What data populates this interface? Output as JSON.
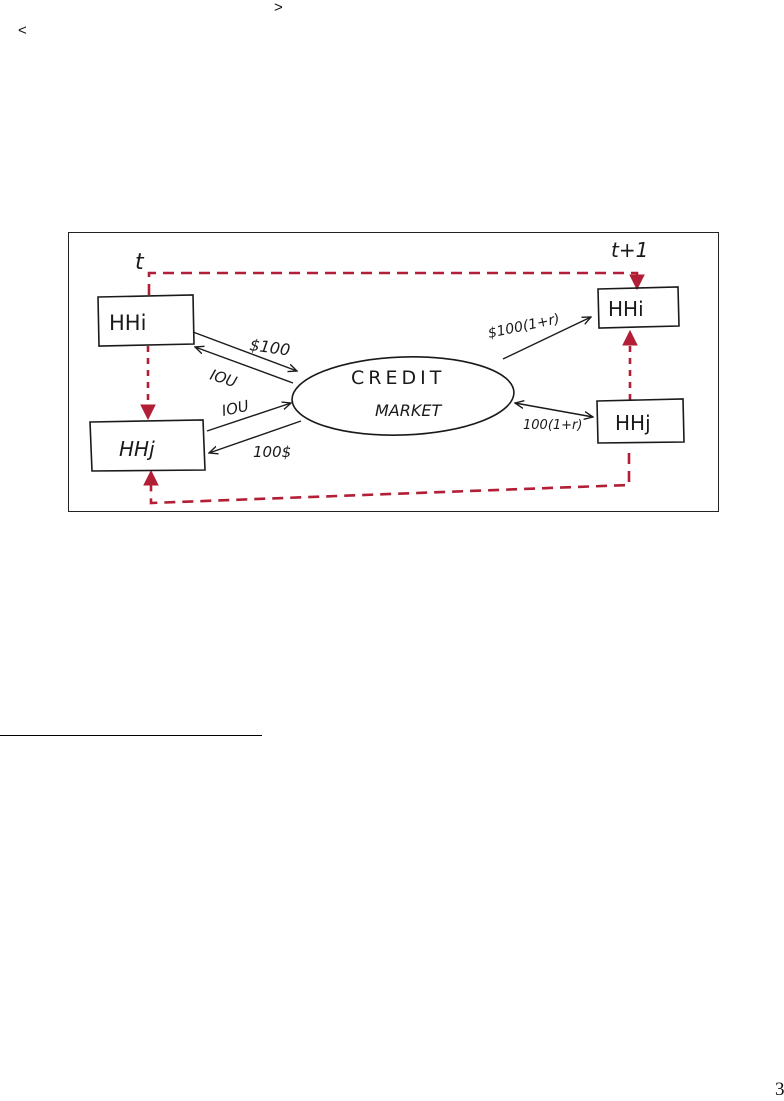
{
  "page": {
    "symbol_greater": ">",
    "symbol_less": "<",
    "page_number": "3"
  },
  "figure": {
    "time_labels": {
      "t": "t",
      "t_next": "t+1"
    },
    "nodes": {
      "hhi_t": "HHi",
      "hhj_t": "HHj",
      "hhi_t1": "HHi",
      "hhj_t1": "HHj",
      "market_line1": "CREDIT",
      "market_line2": "MARKET"
    },
    "flows": {
      "hhi_to_market": "$100",
      "market_to_hhi": "IOU",
      "hhj_to_market": "IOU",
      "market_to_hhj": "100$",
      "market_to_hhi_t1": "$100(1+r)",
      "hhj_t1_to_market": "100(1+r)"
    },
    "colors": {
      "dashed_path": "#b21e35",
      "ink": "#1a1a1a"
    }
  }
}
